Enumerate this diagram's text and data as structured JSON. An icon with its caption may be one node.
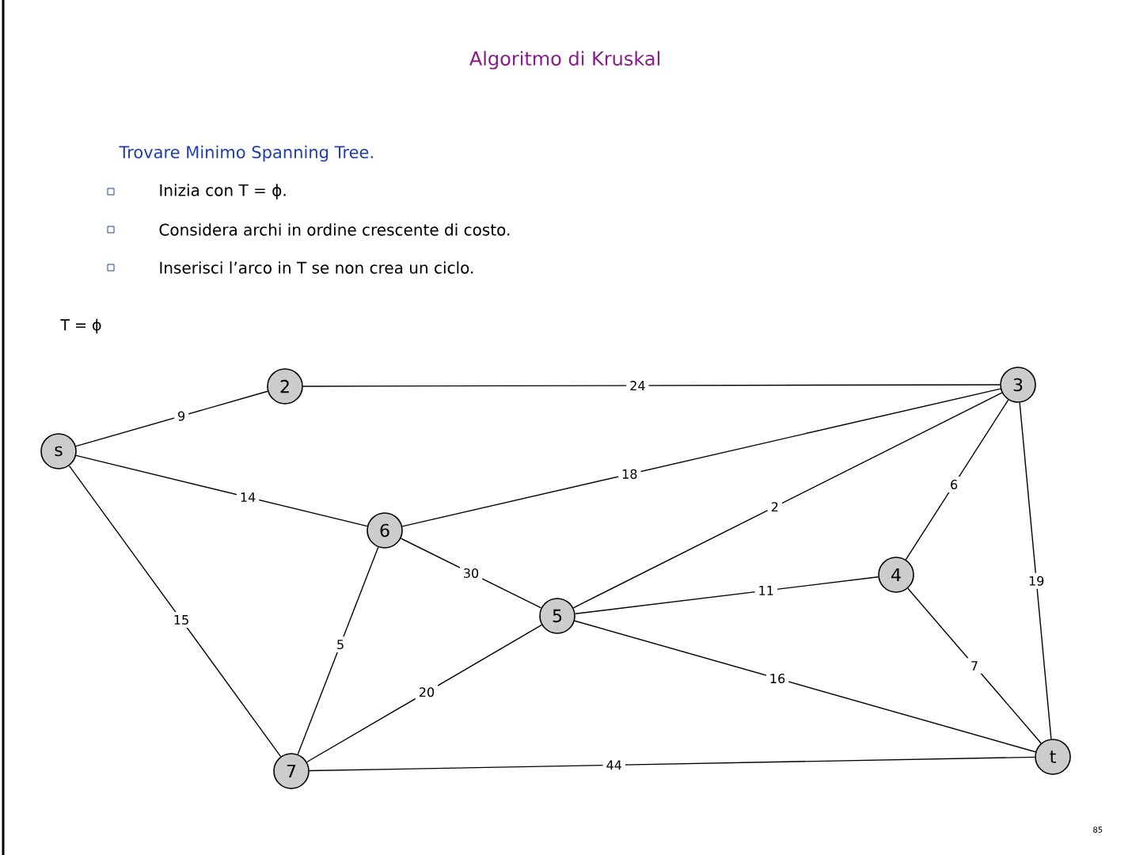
{
  "diagram": {
    "title": "Algoritmo di Kruskal",
    "nodes": [
      {
        "text": [
          "s"
        ]
      },
      {
        "text": [
          "2"
        ]
      },
      {
        "text": [
          "3"
        ]
      },
      {
        "text": [
          "6"
        ]
      },
      {
        "text": [
          "5"
        ]
      },
      {
        "text": [
          "4"
        ]
      },
      {
        "text": [
          "7"
        ]
      },
      {
        "text": [
          "t"
        ]
      }
    ],
    "edges": [
      {
        "from": 0,
        "to": 1,
        "arrow": "none",
        "label": "9"
      },
      {
        "from": 1,
        "to": 2,
        "arrow": "none",
        "label": "24"
      },
      {
        "from": 0,
        "to": 3,
        "arrow": "none",
        "label": "14"
      },
      {
        "from": 3,
        "to": 2,
        "arrow": "none",
        "label": "18"
      },
      {
        "from": 4,
        "to": 2,
        "arrow": "none",
        "label": "2"
      },
      {
        "from": 2,
        "to": 5,
        "arrow": "none",
        "label": "6"
      },
      {
        "from": 2,
        "to": 7,
        "arrow": "none",
        "label": "19"
      },
      {
        "from": 0,
        "to": 6,
        "arrow": "none",
        "label": "15"
      },
      {
        "from": 3,
        "to": 4,
        "arrow": "none",
        "label": "30"
      },
      {
        "from": 3,
        "to": 6,
        "arrow": "none",
        "label": "5"
      },
      {
        "from": 4,
        "to": 5,
        "arrow": "none",
        "label": "11"
      },
      {
        "from": 5,
        "to": 7,
        "arrow": "none",
        "label": "7"
      },
      {
        "from": 6,
        "to": 4,
        "arrow": "none",
        "label": "20"
      },
      {
        "from": 4,
        "to": 7,
        "arrow": "none",
        "label": "16"
      },
      {
        "from": 6,
        "to": 7,
        "arrow": "none",
        "label": "44"
      }
    ],
    "labels": [
      "Trovare Minimo Spanning Tree.",
      "Inizia con T = ϕ.",
      "Considera archi in ordine crescente di costo.",
      "Inserisci l’arco in T se non crea un ciclo.",
      "T = ϕ",
      "85"
    ]
  }
}
